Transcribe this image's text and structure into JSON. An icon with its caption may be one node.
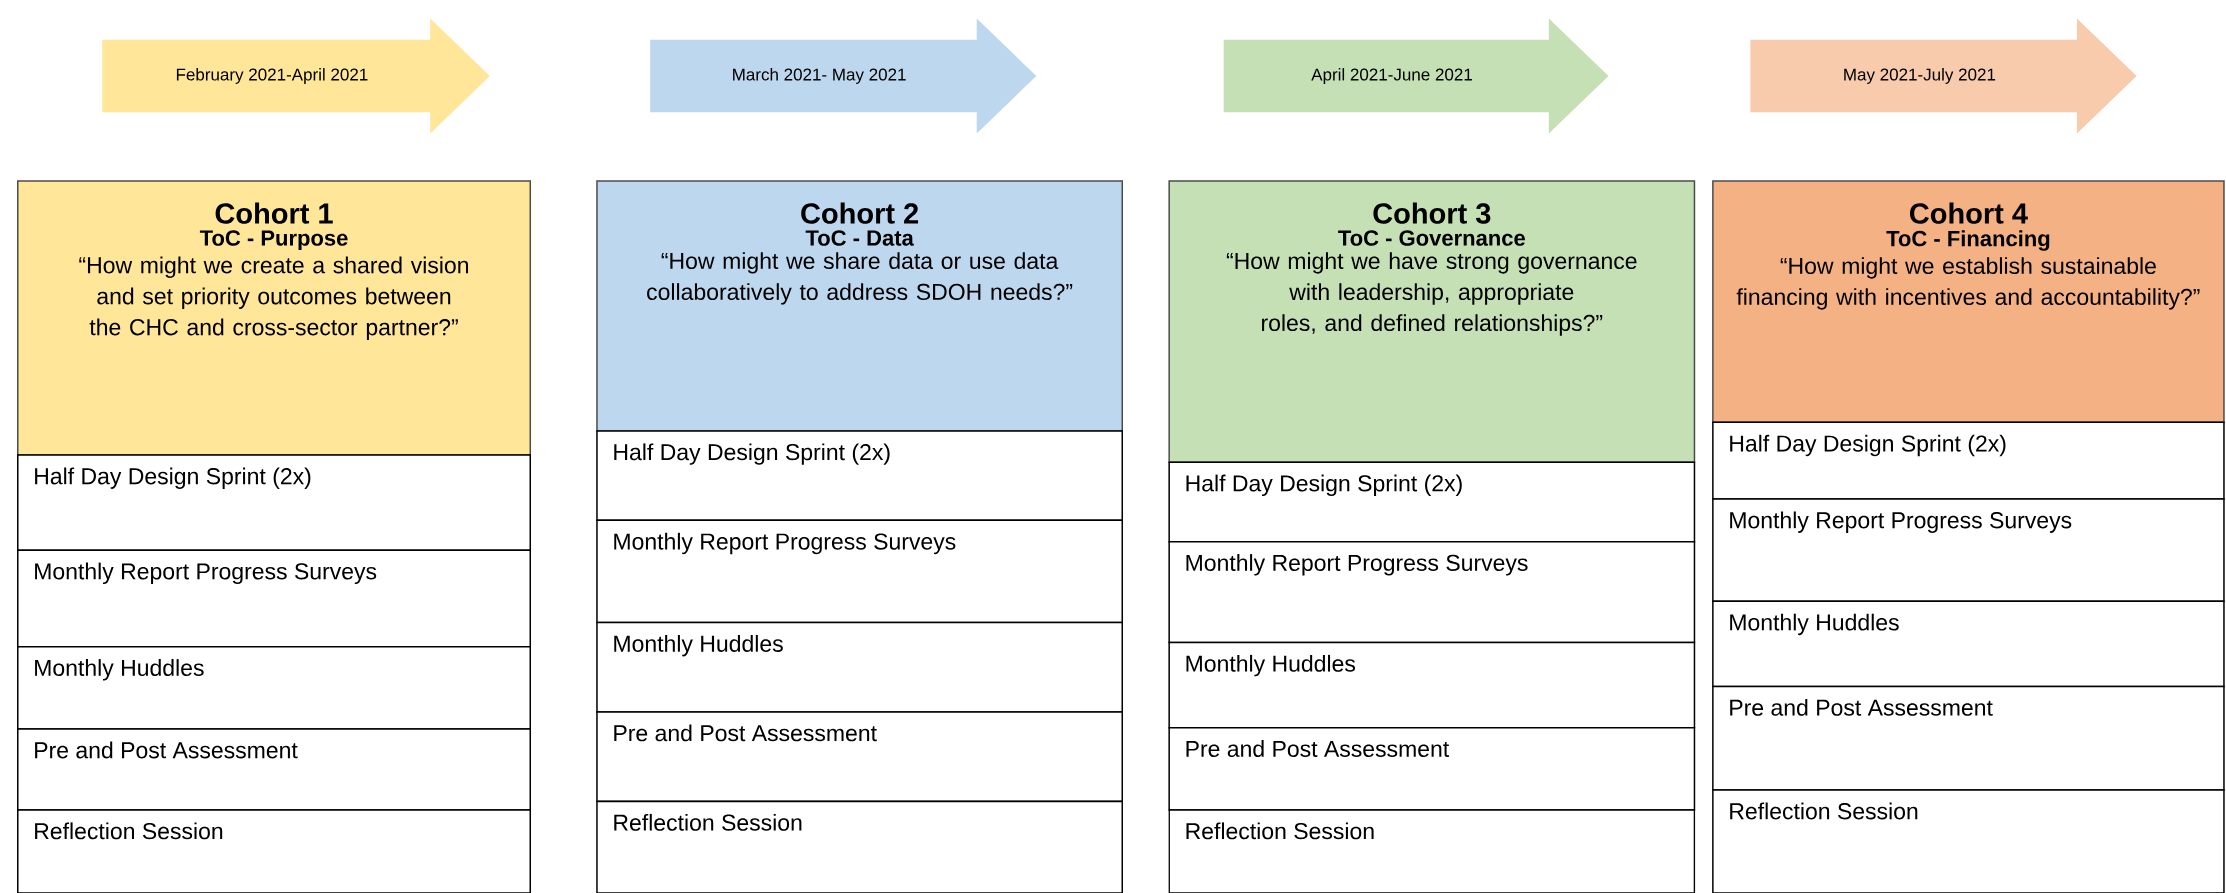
{
  "diagram": {
    "nodes": [
      {
        "text": [
          "February 2021-April 2021"
        ]
      },
      {
        "text": [
          "March 2021- May 2021"
        ]
      },
      {
        "text": [
          "April 2021-June 2021"
        ]
      },
      {
        "text": [
          "May 2021-July 2021"
        ]
      },
      {
        "text": [
          "Cohort 1",
          "ToC - Purpose",
          "“How might we create a shared vision and set priority outcomes between the CHC and cross-sector partner?”"
        ]
      },
      {
        "text": [
          "Half Day Design Sprint (2x)"
        ]
      },
      {
        "text": [
          "Monthly Report Progress Surveys"
        ]
      },
      {
        "text": [
          "Monthly Huddles"
        ]
      },
      {
        "text": [
          "Pre and Post Assessment"
        ]
      },
      {
        "text": [
          "Reflection Session"
        ]
      },
      {
        "text": [
          "Cohort 2",
          "ToC - Data",
          "“How might we share data or use data collaboratively to address SDOH needs?”"
        ]
      },
      {
        "text": [
          "Half Day Design Sprint (2x)"
        ]
      },
      {
        "text": [
          "Monthly Report Progress Surveys"
        ]
      },
      {
        "text": [
          "Monthly Huddles"
        ]
      },
      {
        "text": [
          "Pre and Post Assessment"
        ]
      },
      {
        "text": [
          "Reflection Session"
        ]
      },
      {
        "text": [
          "Cohort 3",
          "ToC - Governance",
          "“How might we have strong governance with leadership, appropriate roles, and defined relationships?”"
        ]
      },
      {
        "text": [
          "Half Day Design Sprint (2x)"
        ]
      },
      {
        "text": [
          "Monthly Report Progress Surveys"
        ]
      },
      {
        "text": [
          "Monthly Huddles"
        ]
      },
      {
        "text": [
          "Pre and Post Assessment"
        ]
      },
      {
        "text": [
          "Reflection Session"
        ]
      },
      {
        "text": [
          "Cohort 4",
          "ToC - Financing",
          "“How might we establish sustainable financing with incentives and accountability?”"
        ]
      },
      {
        "text": [
          "Half Day Design Sprint (2x)"
        ]
      },
      {
        "text": [
          "Monthly Report Progress Surveys"
        ]
      },
      {
        "text": [
          "Monthly Huddles"
        ]
      },
      {
        "text": [
          "Pre and Post Assessment"
        ]
      },
      {
        "text": [
          "Reflection Session"
        ]
      }
    ]
  }
}
